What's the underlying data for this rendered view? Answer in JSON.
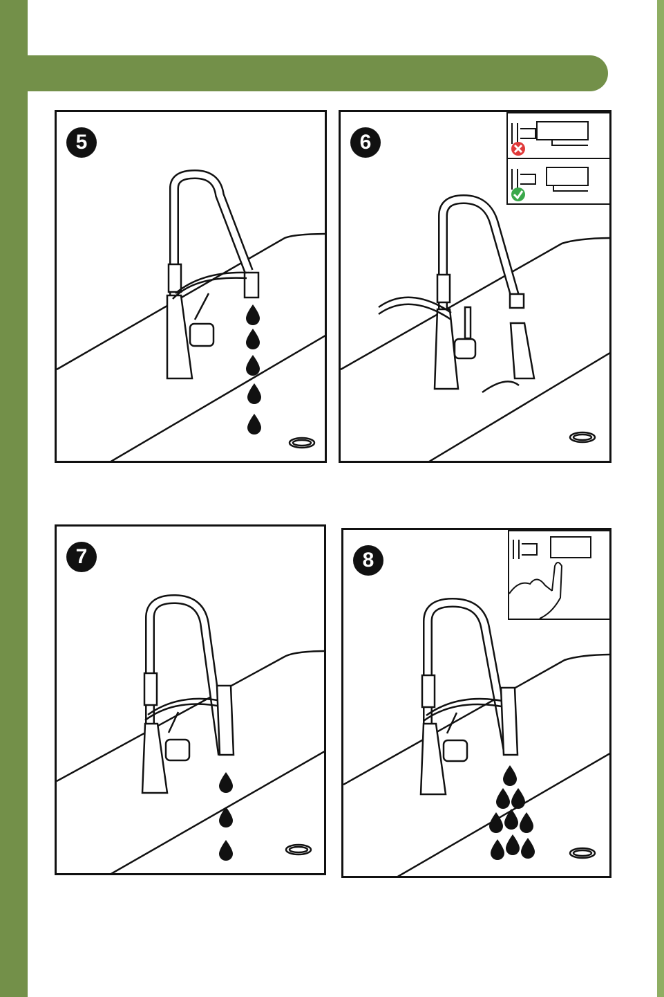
{
  "colors": {
    "brand_green": "#739049",
    "edge_green": "#8fae63",
    "line": "#111111",
    "wrong_mark": "#e03a3a",
    "right_mark": "#3aa84a"
  },
  "steps": [
    {
      "number": "5"
    },
    {
      "number": "6"
    },
    {
      "number": "7"
    },
    {
      "number": "8"
    }
  ],
  "icons": {
    "wrong": "cross-icon",
    "right": "check-icon",
    "drop": "water-drop-icon"
  }
}
